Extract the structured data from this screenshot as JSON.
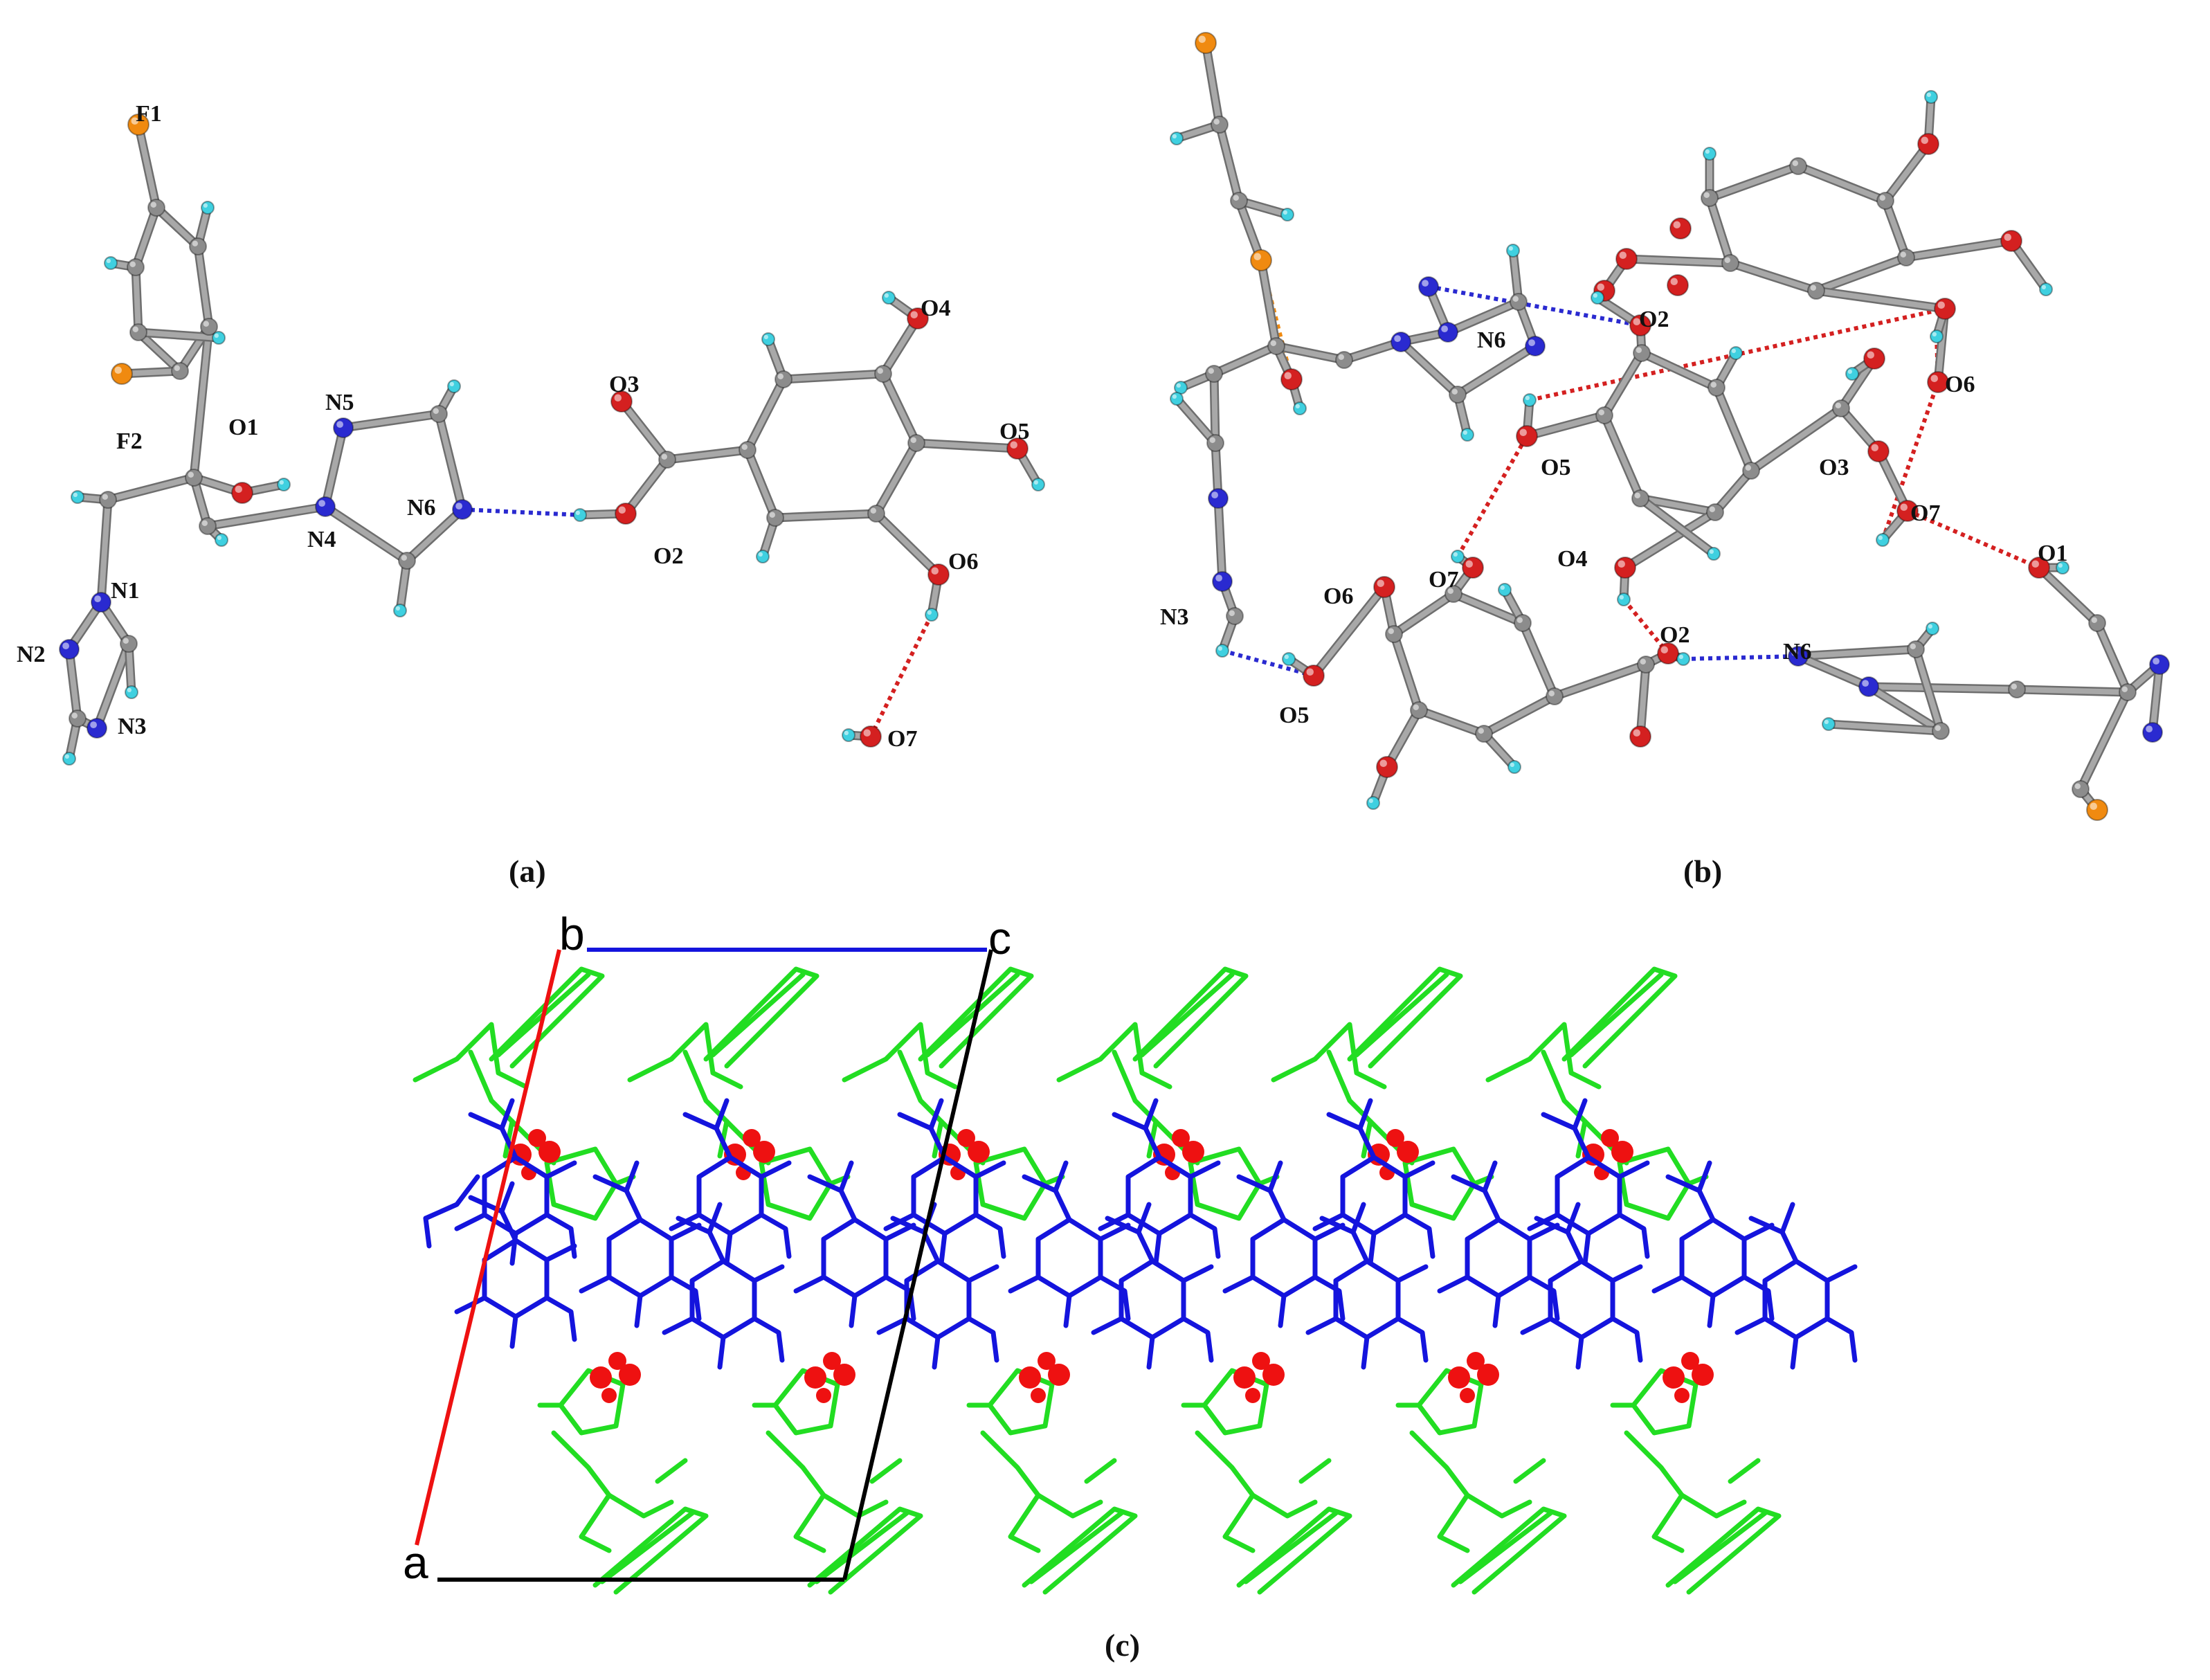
{
  "panels": {
    "a": {
      "caption": "(a)",
      "atom_labels": [
        "F1",
        "F2",
        "O1",
        "N1",
        "N2",
        "N3",
        "N4",
        "N5",
        "N6",
        "O3",
        "O2",
        "O4",
        "O5",
        "O6",
        "O7"
      ]
    },
    "b": {
      "caption": "(b)",
      "atom_labels": [
        "O2",
        "N6",
        "O5",
        "O6",
        "O3",
        "O7",
        "O1",
        "O4",
        "O7",
        "O6",
        "N3",
        "O5",
        "O2",
        "N6"
      ]
    },
    "c": {
      "caption": "(c)",
      "axis_labels": [
        "a",
        "b",
        "c"
      ]
    }
  },
  "colors": {
    "carbon": "#8c8c8c",
    "hydrogen": "#3fd0e0",
    "nitrogen": "#2a2ad0",
    "oxygen": "#d42020",
    "fluorine": "#f08a10",
    "hbond_blue": "#2a2ad0",
    "hbond_red": "#d42020",
    "hbond_orange": "#f08a10",
    "packing_green": "#22dd22",
    "packing_blue": "#1414dd",
    "packing_water": "#ee1111",
    "axis_a": "#ee1111",
    "axis_c": "#1414dd",
    "axis_other": "#000000"
  }
}
